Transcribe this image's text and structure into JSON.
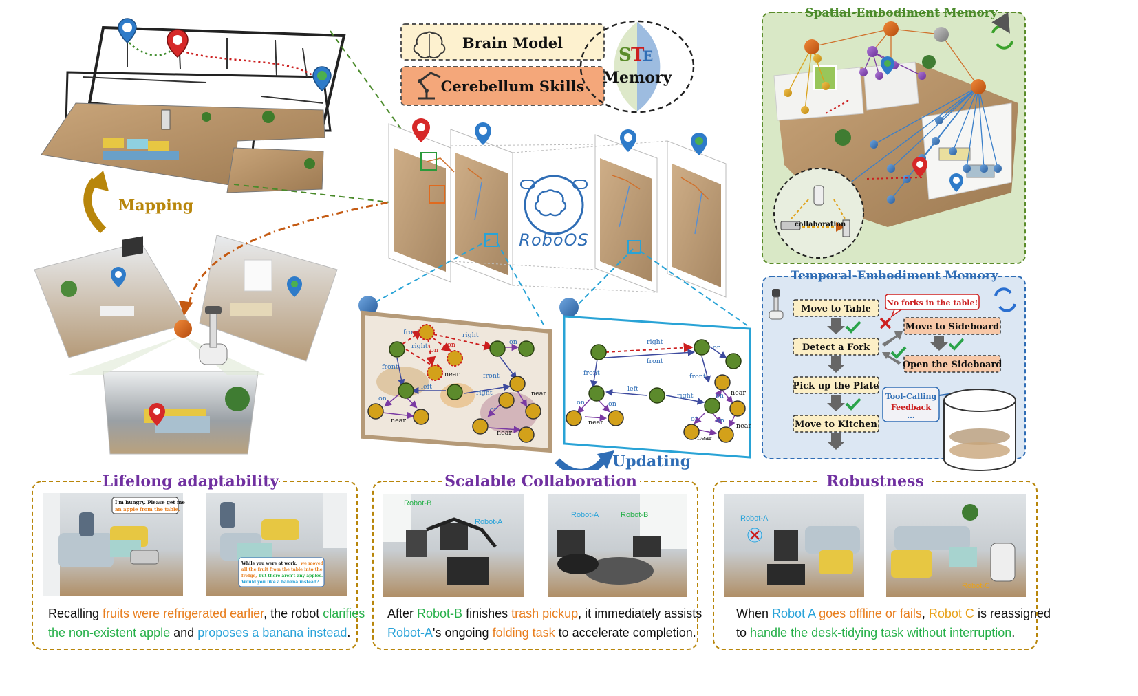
{
  "colors": {
    "green": "#5b8c2a",
    "blue_title": "#2f6db5",
    "purple": "#7030a0",
    "gold": "#b8860b",
    "orange_text": "#e87e1e",
    "green_text": "#27b04a",
    "blue_text": "#2aa3d9",
    "node_green": "#5c8a2c",
    "node_gold": "#d3a11a",
    "red_dash": "#cc1f1f"
  },
  "top_center": {
    "brain_model": "Brain Model",
    "cerebellum_skills": "Cerebellum Skills",
    "ste_s": "S",
    "ste_t": "T",
    "ste_e": "E",
    "memory": "Memory",
    "os_logo": "RoboOS"
  },
  "mapping": {
    "label": "Mapping"
  },
  "spatial": {
    "title": "Spatial-Embodiment Memory",
    "collaboration": "collaboration"
  },
  "temporal": {
    "title": "Temporal-Embodiment Memory",
    "steps": [
      "Move to Table",
      "Detect a Fork",
      "Pick up the Plate",
      "Move to Kitchen"
    ],
    "alt_steps": [
      "Move to Sideboard",
      "Open the Sideboard"
    ],
    "warning": "No forks in the table!",
    "tool_calling": "Tool-Calling",
    "feedback": "Feedback",
    "ellipsis": "..."
  },
  "graphs": {
    "left": {
      "edges": [
        "front",
        "right",
        "right",
        "on",
        "on",
        "front",
        "left",
        "right",
        "front",
        "on",
        "on",
        "near",
        "near",
        "near",
        "on",
        "near"
      ]
    },
    "right": {
      "edges": [
        "right",
        "front",
        "on",
        "front",
        "left",
        "right",
        "front",
        "on",
        "on",
        "on",
        "near",
        "on",
        "near",
        "near",
        "on",
        "near"
      ]
    },
    "updating": "Updating"
  },
  "panels": {
    "lifelong": {
      "title": "Lifelong adaptability",
      "bubble1_a": "I'm hungry. Please get me",
      "bubble1_b": "an apple from the table.",
      "bubble2_a": "While you were at work,",
      "bubble2_b": "we moved",
      "bubble2_c": "all the fruit from the table into the",
      "bubble2_d": "fridge,",
      "bubble2_e": "but there aren't any apples.",
      "bubble2_f": "Would you like a banana instead?",
      "cap1": [
        "Recalling ",
        "fruits were refrigerated earlier",
        ", the robot ",
        "clarifies"
      ],
      "cap2": [
        "the non-existent apple",
        " and ",
        "proposes a banana instead",
        "."
      ]
    },
    "scalable": {
      "title": "Scalable Collaboration",
      "robot_b": "Robot-B",
      "robot_a": "Robot-A",
      "cap1": [
        "After ",
        "Robot-B",
        " finishes ",
        "trash pickup",
        ", it immediately assists"
      ],
      "cap2": [
        "Robot-A",
        "'s ongoing ",
        "folding task",
        " to accelerate completion."
      ]
    },
    "robustness": {
      "title": "Robustness",
      "robot_a": "Robot-A",
      "robot_c": "Robot-C",
      "cap1": [
        "When ",
        "Robot A",
        " ",
        "goes offline or fails",
        ", ",
        "Robot C",
        " is reassigned"
      ],
      "cap2": [
        "to ",
        "handle the desk-tidying task without interruption",
        "."
      ]
    }
  }
}
